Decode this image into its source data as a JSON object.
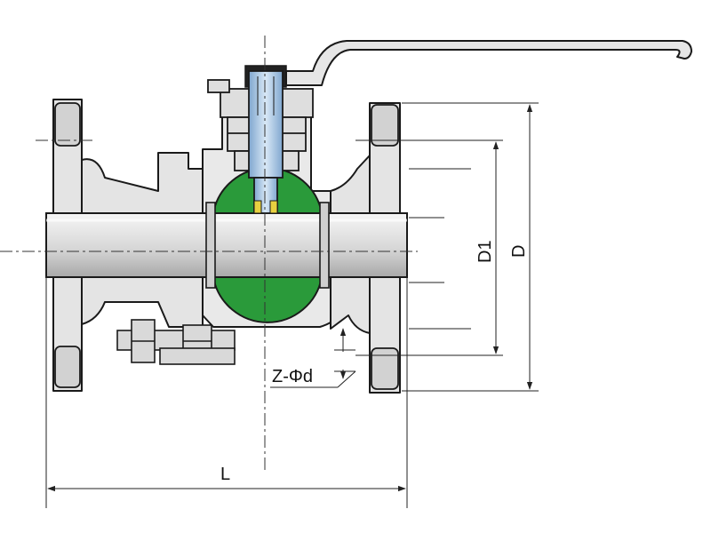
{
  "labels": {
    "length": "L",
    "bolt_circle": "D1",
    "flange_outer": "D",
    "bolt_holes": "Z-Φd"
  },
  "colors": {
    "body": "#e6e6e6",
    "outline": "#1a1a1a",
    "ball": "#2a9a3a",
    "stem": "#a9c7e2",
    "dimension": "#222222"
  }
}
